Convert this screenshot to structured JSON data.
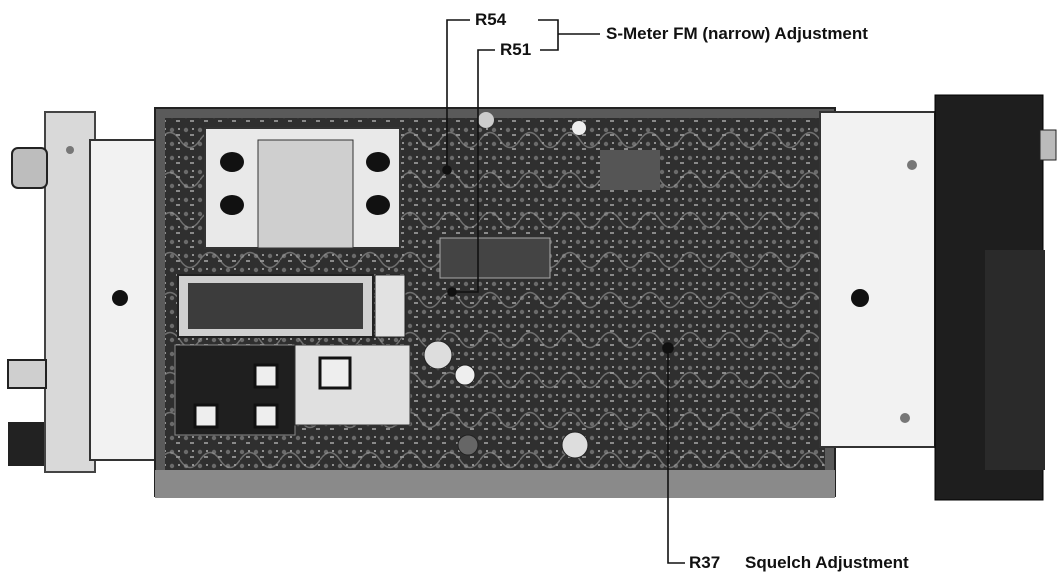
{
  "labels": {
    "r54": "R54",
    "r51": "R51",
    "s_meter": "S-Meter FM (narrow) Adjustment",
    "r37": "R37",
    "squelch": "Squelch Adjustment"
  },
  "colors": {
    "background": "#ffffff",
    "ink": "#111111",
    "chassis": "#9a9a9a",
    "board": "#2e2e2e",
    "shield": "#e6e6e6"
  }
}
